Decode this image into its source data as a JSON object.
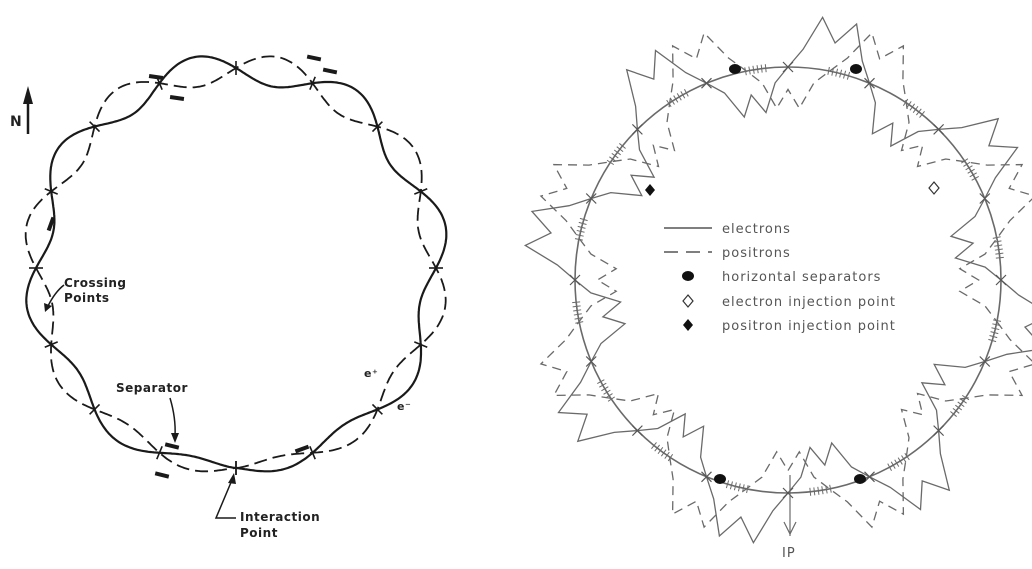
{
  "left_panel": {
    "north_label": "N",
    "crossing_label_1": "Crossing",
    "crossing_label_2": "Points",
    "separator_label": "Separator",
    "interaction_label_1": "Interaction",
    "interaction_label_2": "Point",
    "positron_label": "e⁺",
    "electron_label": "e⁻"
  },
  "right_panel": {
    "legend": {
      "electrons": "electrons",
      "positrons": "positrons",
      "separators": "horizontal separators",
      "electron_injection": "electron injection point",
      "positron_injection": "positron injection point"
    },
    "ip_label": "IP"
  },
  "colors": {
    "ink": "#1a1a1a",
    "grey": "#6a6a6a"
  }
}
